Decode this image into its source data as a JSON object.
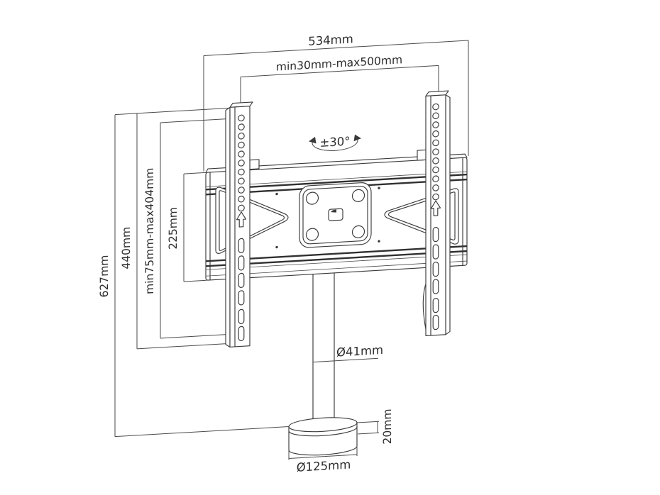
{
  "diagram": {
    "type": "technical-dimension-drawing",
    "subject": "Rotatable TV stand mount with VESA plate, pole and round base",
    "background_color": "#ffffff",
    "line_color": "#3a3a3a",
    "text_color": "#2d2d2d",
    "dimensions": {
      "overall_width": "534mm",
      "bracket_spacing_range": "min30mm-max500mm",
      "rotation_range": "±30°",
      "total_height": "627mm",
      "bracket_height": "440mm",
      "vesa_vertical_range": "min75mm-max404mm",
      "plate_height": "225mm",
      "pole_diameter": "Ø41mm",
      "base_thickness": "20mm",
      "base_diameter": "Ø125mm"
    }
  }
}
